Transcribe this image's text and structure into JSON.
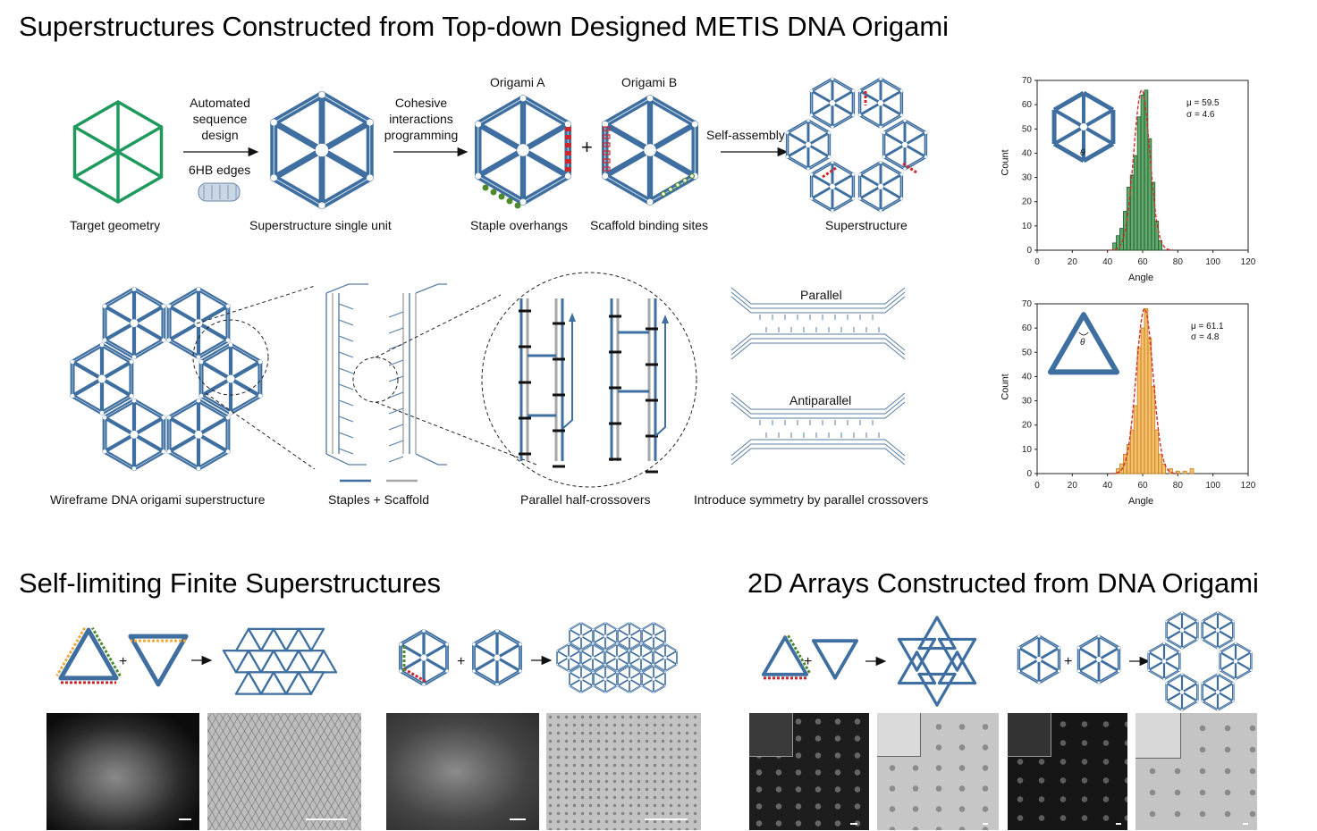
{
  "titles": {
    "main": "Superstructures Constructed from Top-down Designed METIS DNA Origami",
    "finite": "Self-limiting Finite Superstructures",
    "arrays": "2D Arrays Constructed from DNA Origami"
  },
  "top_row": {
    "target_geometry": "Target geometry",
    "step1": "Automated\nsequence\ndesign",
    "hb_edges": "6HB edges",
    "single_unit": "Superstructure single unit",
    "step2": "Cohesive\ninteractions\nprogramming",
    "origami_a": "Origami A",
    "origami_b": "Origami B",
    "plus": "+",
    "staple_overhangs": "Staple overhangs",
    "scaffold_binding": "Scaffold binding sites",
    "self_assembly": "Self-assembly",
    "superstructure": "Superstructure"
  },
  "mid_row": {
    "wireframe": "Wireframe DNA origami superstructure",
    "staples_scaffold": "Staples + Scaffold",
    "half_crossovers": "Parallel half-crossovers",
    "symmetry": "Introduce symmetry by parallel crossovers",
    "parallel": "Parallel",
    "antiparallel": "Antiparallel"
  },
  "bottom_row": {
    "plus": "+"
  },
  "colors": {
    "origami_blue": "#3f6fa0",
    "target_green": "#1f9a5c",
    "overhang_red": "#d0262b",
    "overhang_green": "#4e8a2c",
    "hist_green": "#2d8a3c",
    "hist_orange": "#f2a93b",
    "fit_red": "#d03030"
  },
  "chart_data": [
    {
      "type": "bar",
      "title": "",
      "xlabel": "Angle",
      "ylabel": "Count",
      "xlim": [
        0,
        120
      ],
      "ylim": [
        0,
        70
      ],
      "xticks": [
        0,
        20,
        40,
        60,
        80,
        100,
        120
      ],
      "yticks": [
        0,
        10,
        20,
        30,
        40,
        50,
        60,
        70
      ],
      "bin_width": 2,
      "x": [
        44,
        46,
        48,
        50,
        52,
        54,
        56,
        58,
        60,
        62,
        64,
        66,
        68,
        70
      ],
      "values": [
        3,
        6,
        9,
        16,
        26,
        31,
        39,
        55,
        64,
        66,
        46,
        28,
        12,
        4
      ],
      "fit": {
        "mu": 59.5,
        "sigma": 4.6
      },
      "annotation": [
        "μ = 59.5",
        "σ = 4.6"
      ],
      "inset_symbol": "θ",
      "grid": false,
      "color": "#2d8a3c"
    },
    {
      "type": "bar",
      "title": "",
      "xlabel": "Angle",
      "ylabel": "Count",
      "xlim": [
        0,
        120
      ],
      "ylim": [
        0,
        70
      ],
      "xticks": [
        0,
        20,
        40,
        60,
        80,
        100,
        120
      ],
      "yticks": [
        0,
        10,
        20,
        30,
        40,
        50,
        60,
        70
      ],
      "bin_width": 2,
      "x": [
        46,
        48,
        50,
        52,
        54,
        56,
        58,
        60,
        62,
        64,
        66,
        68,
        70,
        72,
        76,
        80,
        84,
        88
      ],
      "values": [
        2,
        4,
        8,
        12,
        18,
        28,
        52,
        60,
        68,
        56,
        36,
        18,
        8,
        4,
        2,
        1,
        1,
        2
      ],
      "fit": {
        "mu": 61.1,
        "sigma": 4.8
      },
      "annotation": [
        "μ = 61.1",
        "σ = 4.8"
      ],
      "inset_symbol": "θ",
      "grid": false,
      "color": "#f2a93b"
    }
  ]
}
